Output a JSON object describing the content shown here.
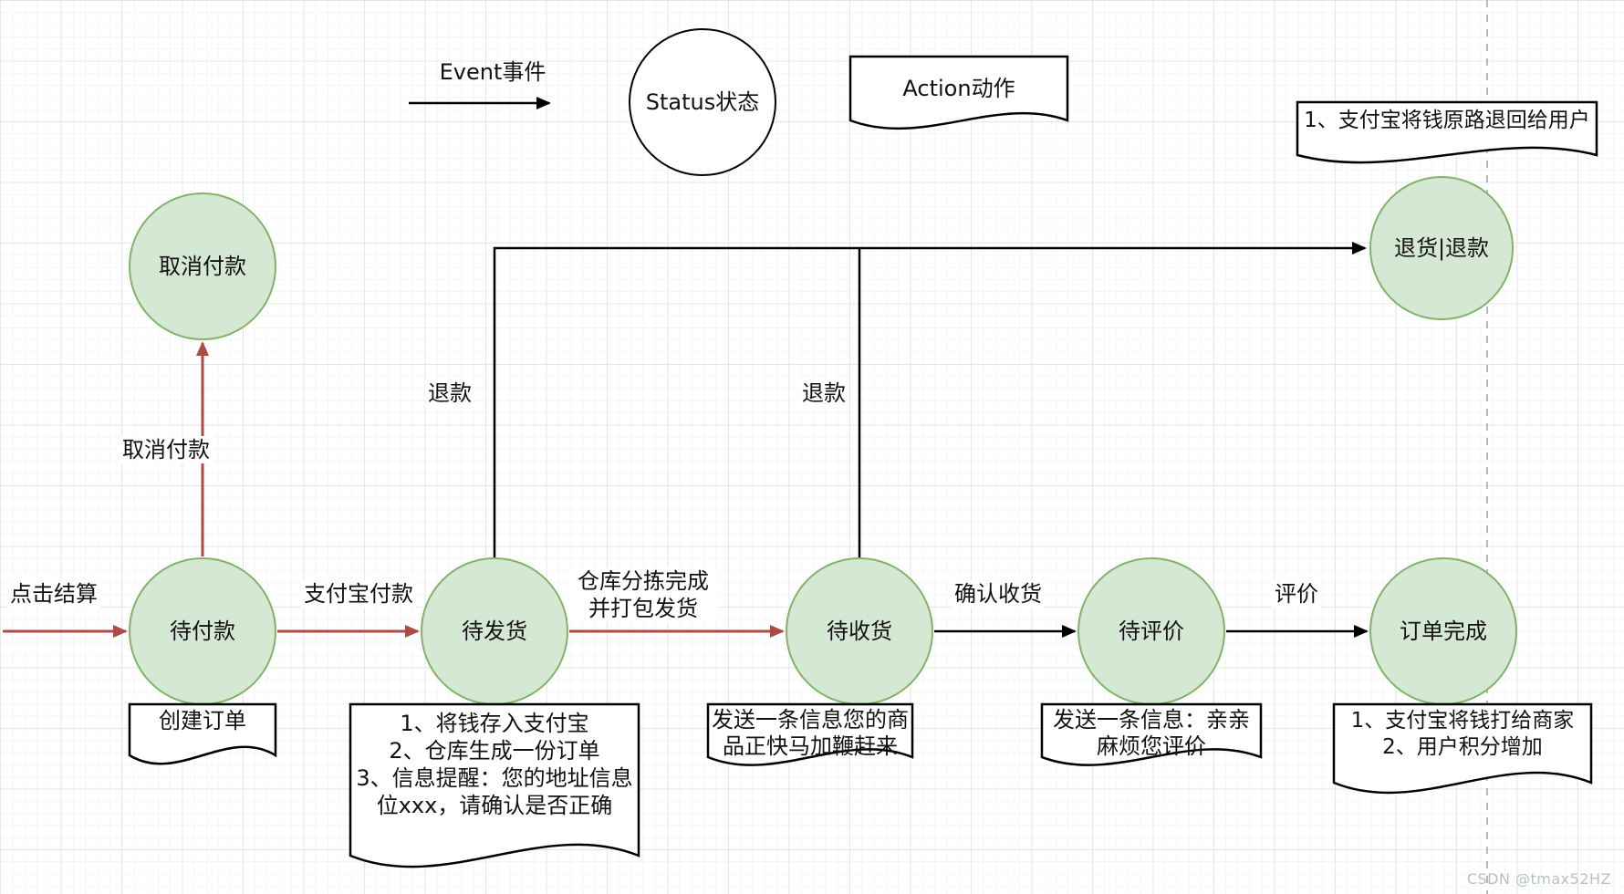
{
  "legend": {
    "event": "Event事件",
    "status": "Status状态",
    "action": "Action动作"
  },
  "nodes": {
    "cancel_payment": "取消付款",
    "pending_payment": "待付款",
    "pending_shipment": "待发货",
    "pending_receipt": "待收货",
    "pending_review": "待评价",
    "order_complete": "订单完成",
    "return_refund": "退货|退款"
  },
  "edges": {
    "click_checkout": "点击结算",
    "alipay_pay": "支付宝付款",
    "cancel_payment": "取消付款",
    "warehouse_ship": "仓库分拣完成\n并打包发货",
    "confirm_receipt": "确认收货",
    "review": "评价",
    "refund_left": "退款",
    "refund_right": "退款"
  },
  "actions": {
    "create_order": "创建订单",
    "after_payment": "1、将钱存入支付宝\n2、仓库生成一份订单\n3、信息提醒：您的地址信息\n位xxx，请确认是否正确",
    "shipping_message": "发送一条信息您的商\n品正快马加鞭赶来",
    "review_message": "发送一条信息：亲亲\n麻烦您评价",
    "complete_actions": "1、支付宝将钱打给商家\n2、用户积分增加",
    "refund_action": "1、支付宝将钱原路退回给用户"
  },
  "colors": {
    "node_fill": "#d5e8d4",
    "node_stroke": "#82b366",
    "red_edge": "#b04a44",
    "black_edge": "#000000",
    "dashed_guide": "#b8b8b8"
  },
  "watermark": "CSDN @tmax52HZ"
}
